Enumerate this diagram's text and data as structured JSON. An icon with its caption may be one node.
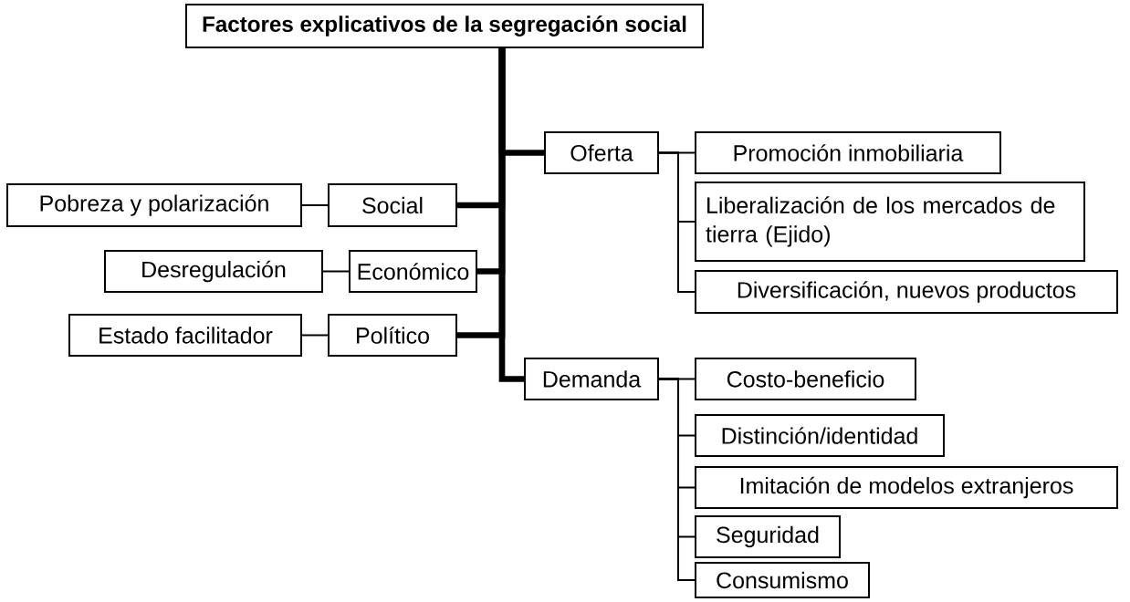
{
  "diagram": {
    "nodes": [
      {
        "text": [
          "Factores explicativos de la segregación social"
        ]
      },
      {
        "text": [
          "Oferta"
        ]
      },
      {
        "text": [
          "Promoción inmobiliaria"
        ]
      },
      {
        "text": [
          "Liberalización de los mercados de tierra (Ejido)"
        ]
      },
      {
        "text": [
          "Diversificación, nuevos productos"
        ]
      },
      {
        "text": [
          "Social"
        ]
      },
      {
        "text": [
          "Pobreza y polarización"
        ]
      },
      {
        "text": [
          "Económico"
        ]
      },
      {
        "text": [
          "Desregulación"
        ]
      },
      {
        "text": [
          "Político"
        ]
      },
      {
        "text": [
          "Estado facilitador"
        ]
      },
      {
        "text": [
          "Demanda"
        ]
      },
      {
        "text": [
          "Costo-beneficio"
        ]
      },
      {
        "text": [
          "Distinción/identidad"
        ]
      },
      {
        "text": [
          "Imitación de modelos extranjeros"
        ]
      },
      {
        "text": [
          "Seguridad"
        ]
      },
      {
        "text": [
          "Consumismo"
        ]
      }
    ],
    "edges": [
      {
        "from": 0,
        "to": 1,
        "arrow": "none",
        "style": "thick"
      },
      {
        "from": 0,
        "to": 5,
        "arrow": "none",
        "style": "thick"
      },
      {
        "from": 0,
        "to": 7,
        "arrow": "none",
        "style": "thick"
      },
      {
        "from": 0,
        "to": 9,
        "arrow": "none",
        "style": "thick"
      },
      {
        "from": 0,
        "to": 11,
        "arrow": "none",
        "style": "thick"
      },
      {
        "from": 1,
        "to": 2,
        "arrow": "none"
      },
      {
        "from": 1,
        "to": 3,
        "arrow": "none"
      },
      {
        "from": 1,
        "to": 4,
        "arrow": "none"
      },
      {
        "from": 5,
        "to": 6,
        "arrow": "none"
      },
      {
        "from": 7,
        "to": 8,
        "arrow": "none"
      },
      {
        "from": 9,
        "to": 10,
        "arrow": "none"
      },
      {
        "from": 11,
        "to": 12,
        "arrow": "none"
      },
      {
        "from": 11,
        "to": 13,
        "arrow": "none"
      },
      {
        "from": 11,
        "to": 14,
        "arrow": "none"
      },
      {
        "from": 11,
        "to": 15,
        "arrow": "none"
      },
      {
        "from": 11,
        "to": 16,
        "arrow": "none"
      }
    ]
  }
}
